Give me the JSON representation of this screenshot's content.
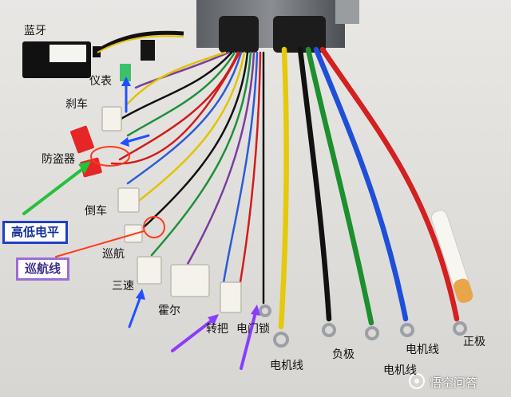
{
  "labels": {
    "bluetooth": "蓝牙",
    "meter": "仪表",
    "brake": "刹车",
    "anti_theft": "防盗器",
    "high_low_level": "高低电平",
    "reverse": "倒车",
    "cruise": "巡航",
    "cruise_wire": "巡航线",
    "three_speed": "三速",
    "hall": "霍尔",
    "throttle": "转把",
    "electric_lock": "电门锁",
    "motor_wire_1": "电机线",
    "negative": "负极",
    "motor_wire_2": "电机线",
    "motor_wire_3": "电机线",
    "positive": "正极"
  },
  "watermark": {
    "text": "悟空问答",
    "icon": "wukong-logo-icon"
  },
  "colors": {
    "label_box_blue": "#1f3fc8",
    "label_box_purple": "#9b6cd8",
    "arrow_blue": "#2050ff",
    "arrow_green": "#23c23a",
    "arrow_red": "#ff3a1a",
    "arrow_purple": "#8a3cff"
  }
}
